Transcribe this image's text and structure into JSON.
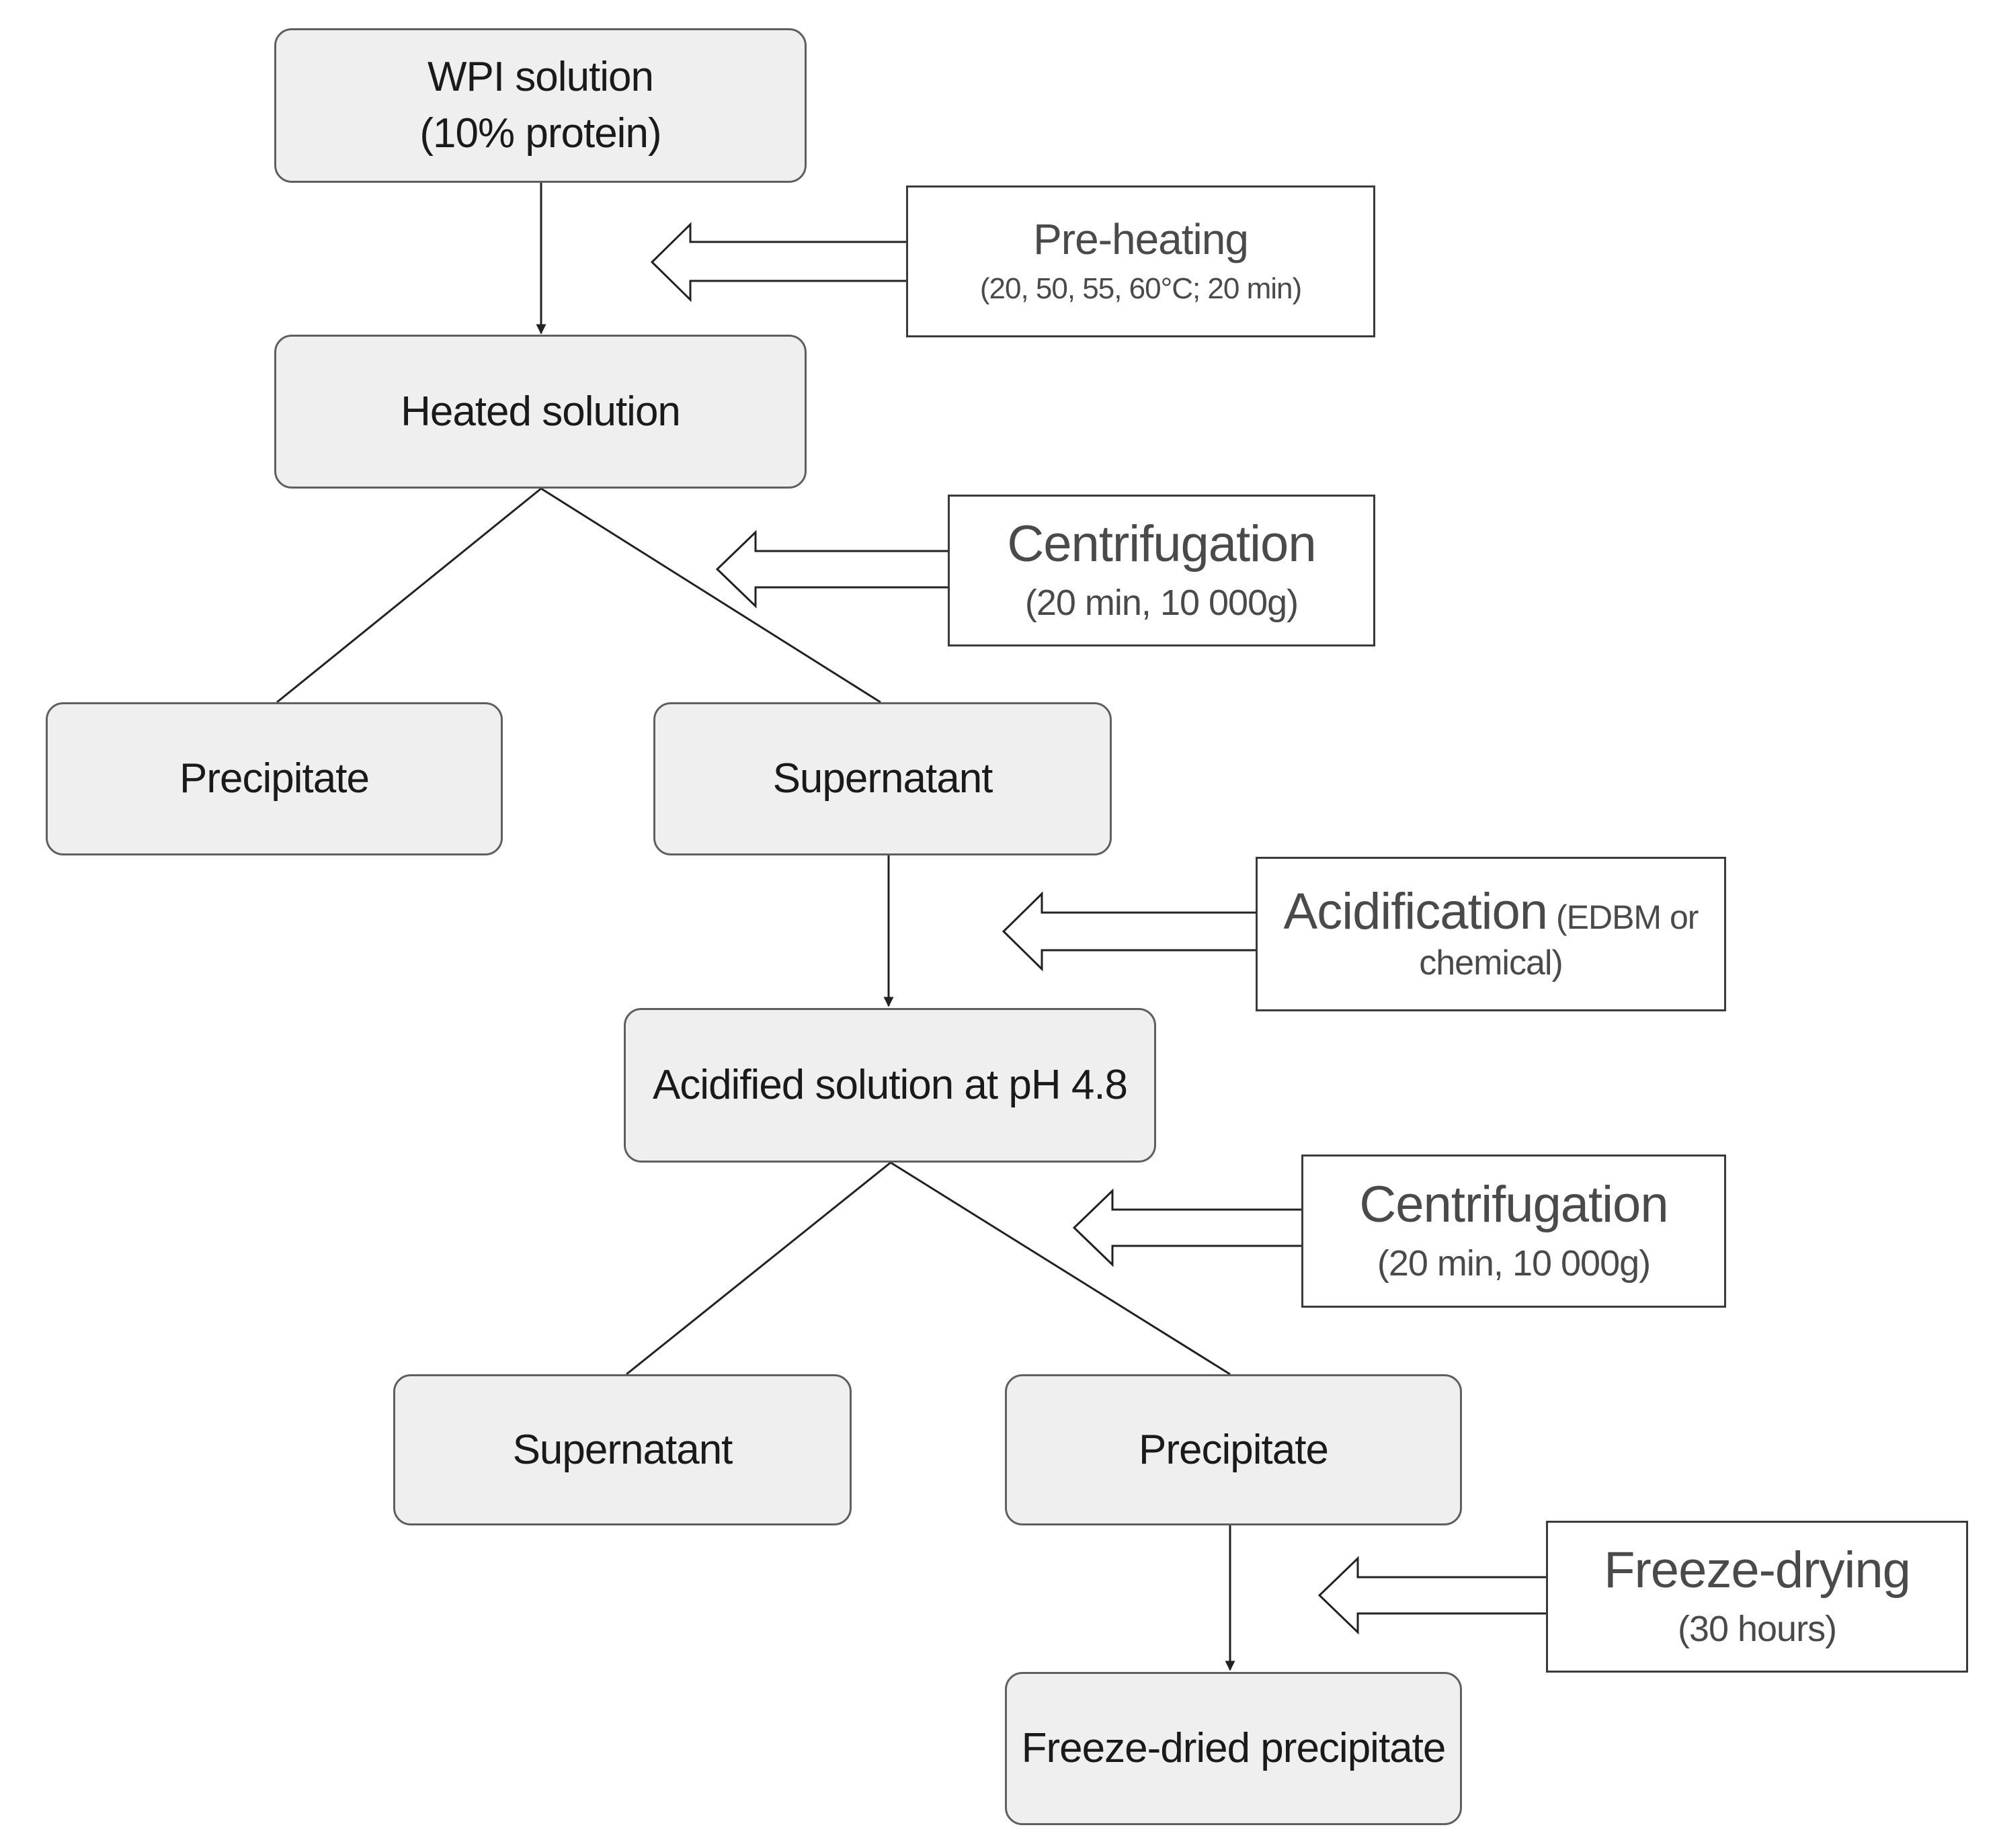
{
  "nodes": {
    "wpi": {
      "line1": "WPI solution",
      "line2": "(10% protein)"
    },
    "heated": {
      "label": "Heated solution"
    },
    "precipitate_1": {
      "label": "Precipitate"
    },
    "supernatant_1": {
      "label": "Supernatant"
    },
    "acidified": {
      "label": "Acidified solution at pH 4.8"
    },
    "supernatant_2": {
      "label": "Supernatant"
    },
    "precipitate_2": {
      "label": "Precipitate"
    },
    "freeze_dried": {
      "label": "Freeze-dried precipitate"
    }
  },
  "steps": {
    "preheating": {
      "title": "Pre-heating",
      "detail": "(20, 50, 55, 60°C; 20 min)"
    },
    "centrifugation_1": {
      "title": "Centrifugation",
      "detail": "(20 min, 10 000g)"
    },
    "acidification": {
      "title": "Acidification",
      "detail_inline": " (EDBM or",
      "detail_line2": "chemical)"
    },
    "centrifugation_2": {
      "title": "Centrifugation",
      "detail": "(20 min, 10 000g)"
    },
    "freeze_drying": {
      "title": "Freeze-drying",
      "detail": "(30 hours)"
    }
  }
}
